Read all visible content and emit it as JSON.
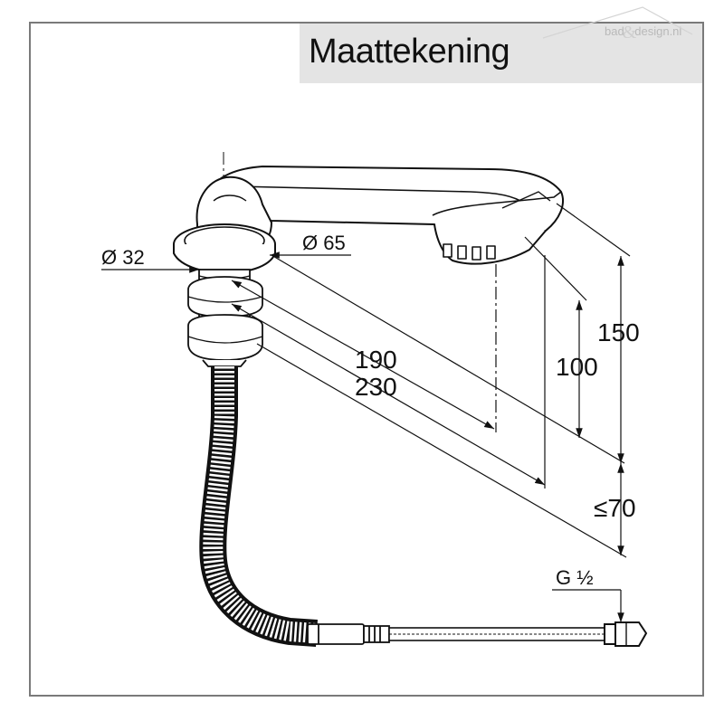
{
  "header": {
    "title": "Maattekening"
  },
  "logo": {
    "left": "bad",
    "right": "design.nl"
  },
  "dimensions": {
    "dia_small": "Ø 32",
    "dia_large": "Ø 65",
    "length_short": "190",
    "length_long": "230",
    "height_outlet": "100",
    "height_total": "150",
    "max_depth": "≤70",
    "thread": "G ½"
  }
}
